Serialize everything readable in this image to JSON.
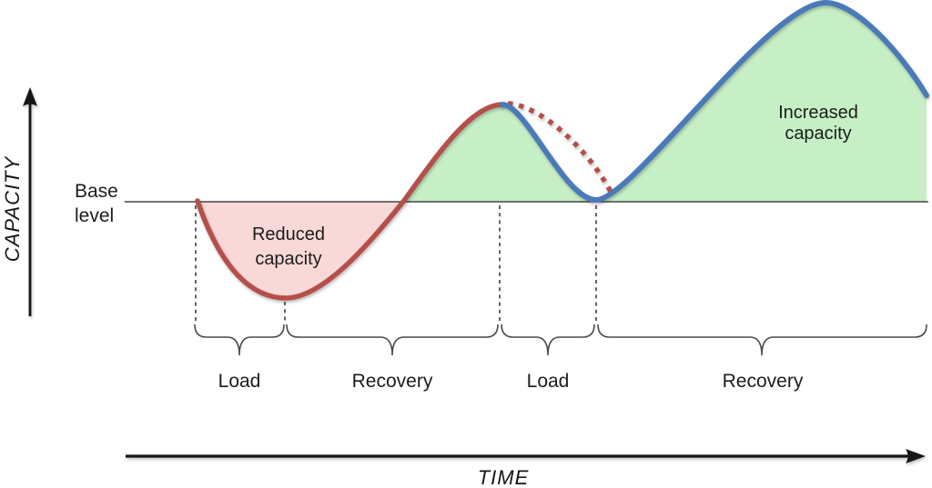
{
  "colors": {
    "background": "#ffffff",
    "curve_red": "#b5504b",
    "curve_blue": "#4b7ab8",
    "fill_pink": "#f9d8d8",
    "fill_green": "#c6efc6",
    "axis_black": "#141414",
    "baseline_gray": "#454545",
    "guide_gray": "#303030",
    "brace_gray": "#4a4a4a"
  },
  "y_axis": {
    "label": "CAPACITY"
  },
  "x_axis": {
    "label": "TIME"
  },
  "base_level": {
    "line1": "Base",
    "line2": "level"
  },
  "regions": {
    "reduced": {
      "line1": "Reduced",
      "line2": "capacity"
    },
    "increased": {
      "line1": "Increased",
      "line2": "capacity"
    }
  },
  "phases": [
    {
      "label": "Load"
    },
    {
      "label": "Recovery"
    },
    {
      "label": "Load"
    },
    {
      "label": "Recovery"
    }
  ]
}
